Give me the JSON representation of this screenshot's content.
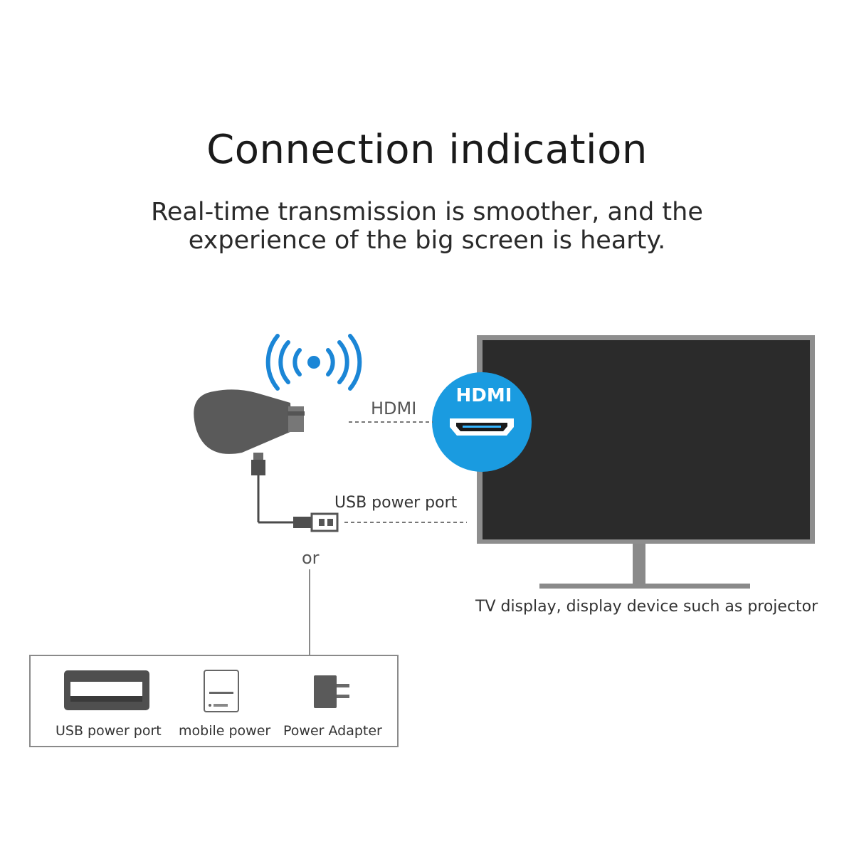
{
  "title": "Connection indication",
  "subtitle_line1": "Real-time transmission is smoother, and the",
  "subtitle_line2": "experience of the big screen is hearty.",
  "labels": {
    "hdmi_line": "HDMI",
    "hdmi_badge": "HDMI",
    "usb_power_port": "USB power port",
    "or": "or",
    "tv_caption": "TV display, display device such as projector"
  },
  "power_options": [
    {
      "label": "USB power port",
      "icon": "usb-port-icon"
    },
    {
      "label": "mobile power",
      "icon": "power-bank-icon"
    },
    {
      "label": "Power Adapter",
      "icon": "power-adapter-icon"
    }
  ],
  "colors": {
    "accent_blue": "#1a9be0",
    "wifi_blue": "#1b86d6",
    "device_gray": "#5a5a5a",
    "tv_screen": "#2b2b2b"
  }
}
